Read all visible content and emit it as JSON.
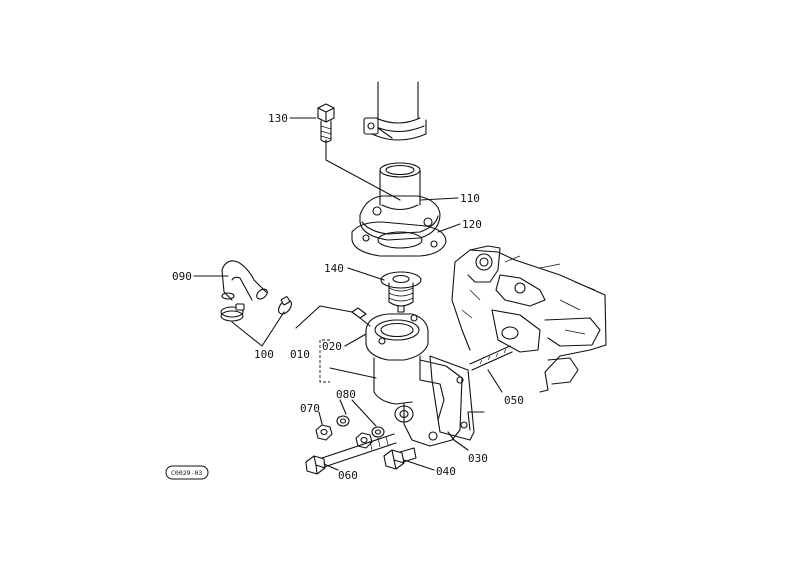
{
  "labels": {
    "p130": "130",
    "p110": "110",
    "p120": "120",
    "p140": "140",
    "p090": "090",
    "p100": "100",
    "p020": "020",
    "p010": "010",
    "p050": "050",
    "p080": "080",
    "p070": "070",
    "p030": "030",
    "p060": "060",
    "p040": "040"
  },
  "diagram_code": "C0029-03"
}
